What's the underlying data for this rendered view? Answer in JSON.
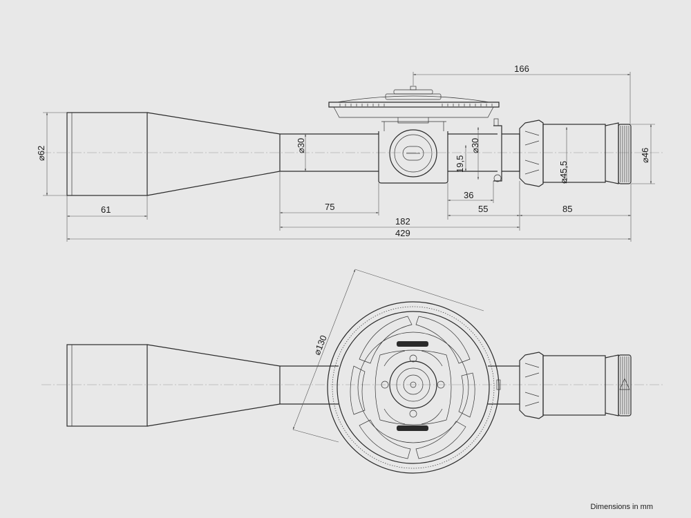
{
  "title": "",
  "side_view": {
    "dimensions": {
      "d166": "166",
      "d30_tube": "30",
      "d30_turret": "30",
      "d19_5": "19,5",
      "d45_5": "45,5",
      "d46": "46",
      "d62": "62",
      "d61": "61",
      "d75": "75",
      "d36": "36",
      "d55": "55",
      "d85": "85",
      "d182": "182",
      "d429": "429"
    },
    "diameter_symbol": "⌀"
  },
  "top_view": {
    "dimensions": {
      "d130": "130"
    },
    "diameter_symbol": "⌀"
  },
  "footer": {
    "note": "Dimensions in mm"
  },
  "colors": {
    "background": "#e8e8e8",
    "line": "#2a2a2a",
    "text": "#1a1a1a"
  }
}
